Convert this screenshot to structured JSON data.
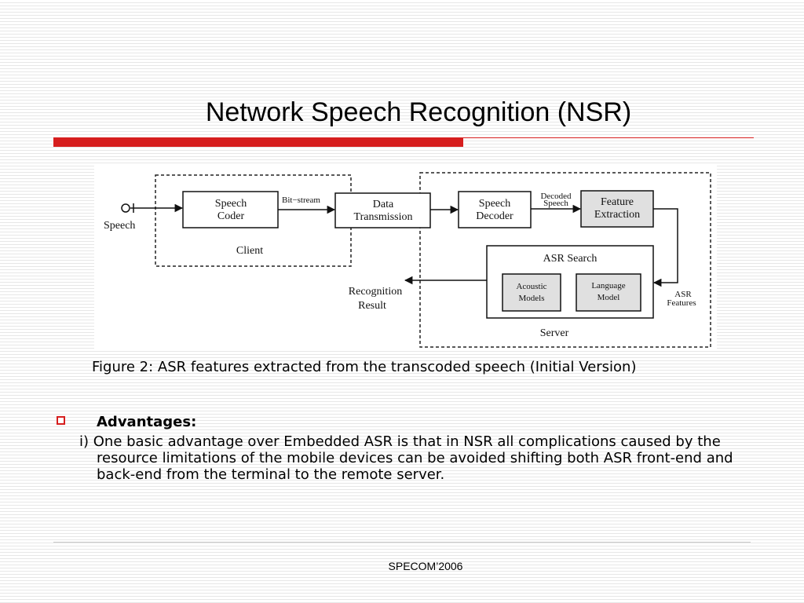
{
  "slide": {
    "title": "Network Speech Recognition (NSR)",
    "footer": "SPECOM’2006"
  },
  "figure": {
    "speech_input": "Speech",
    "client": {
      "label": "Client",
      "speech_coder_line1": "Speech",
      "speech_coder_line2": "Coder"
    },
    "bit_stream": "Bit−stream",
    "data_transmission_line1": "Data",
    "data_transmission_line2": "Transmission",
    "server": {
      "label": "Server",
      "speech_decoder_line1": "Speech",
      "speech_decoder_line2": "Decoder",
      "decoded_speech_line1": "Decoded",
      "decoded_speech_line2": "Speech",
      "feature_extraction_line1": "Feature",
      "feature_extraction_line2": "Extraction",
      "asr_search": "ASR Search",
      "acoustic_models_line1": "Acoustic",
      "acoustic_models_line2": "Models",
      "language_model_line1": "Language",
      "language_model_line2": "Model",
      "asr_features_line1": "ASR",
      "asr_features_line2": "Features"
    },
    "recognition_result_line1": "Recognition",
    "recognition_result_line2": "Result"
  },
  "caption": "Figure 2: ASR features extracted from the transcoded speech (Initial Version)",
  "advantages": {
    "heading": "Advantages:",
    "text": "i) One basic advantage over Embedded ASR is that in NSR all complications caused by the resource limitations of the mobile devices can be avoided shifting both ASR front-end and back-end from the terminal to the remote server."
  },
  "colors": {
    "accent_red": "#d61e1e",
    "shaded_box": "#e0e0e0"
  }
}
